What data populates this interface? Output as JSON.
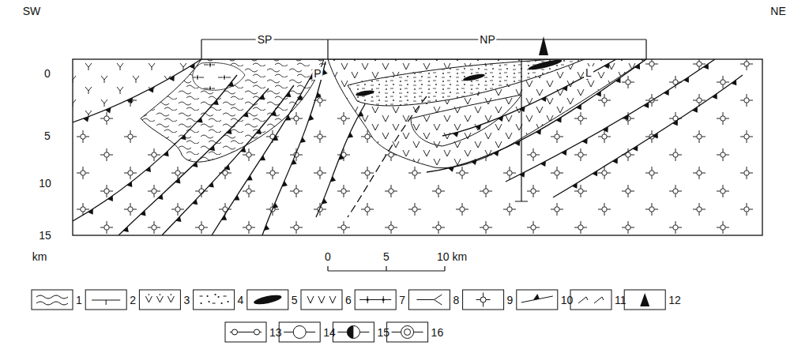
{
  "diagram": {
    "labels": [
      "SW",
      "NE",
      "SP",
      "NP",
      "P",
      "L",
      "0",
      "5",
      "10",
      "15",
      "km",
      "0",
      "5",
      "10 km"
    ],
    "legend": [
      {
        "text": "1"
      },
      {
        "text": "2"
      },
      {
        "text": "3"
      },
      {
        "text": "4"
      },
      {
        "text": "5"
      },
      {
        "text": "6"
      },
      {
        "text": "7"
      },
      {
        "text": "8"
      },
      {
        "text": "9"
      },
      {
        "text": "10"
      },
      {
        "text": "11"
      },
      {
        "text": "12"
      },
      {
        "text": "13"
      },
      {
        "text": "14"
      },
      {
        "text": "15"
      },
      {
        "text": "16"
      }
    ]
  }
}
